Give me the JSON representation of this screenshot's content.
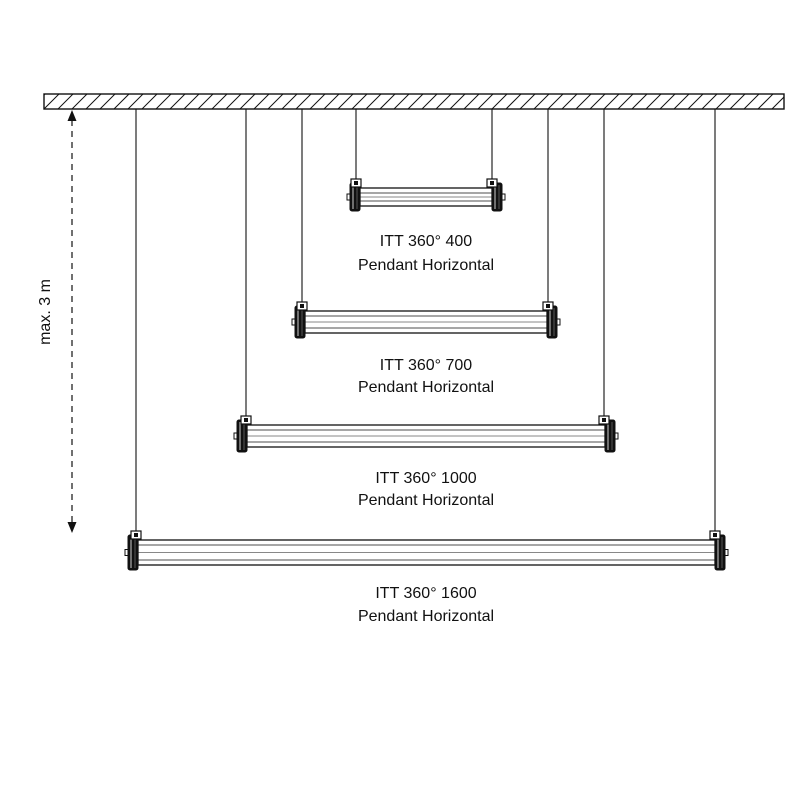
{
  "dimension": {
    "label": "max. 3 m"
  },
  "fixtures": [
    {
      "model": "ITT 360° 400",
      "type": "Pendant Horizontal"
    },
    {
      "model": "ITT 360° 700",
      "type": "Pendant Horizontal"
    },
    {
      "model": "ITT 360° 1000",
      "type": "Pendant Horizontal"
    },
    {
      "model": "ITT 360° 1600",
      "type": "Pendant Horizontal"
    }
  ],
  "colors": {
    "line": "#111111",
    "background": "#ffffff"
  }
}
